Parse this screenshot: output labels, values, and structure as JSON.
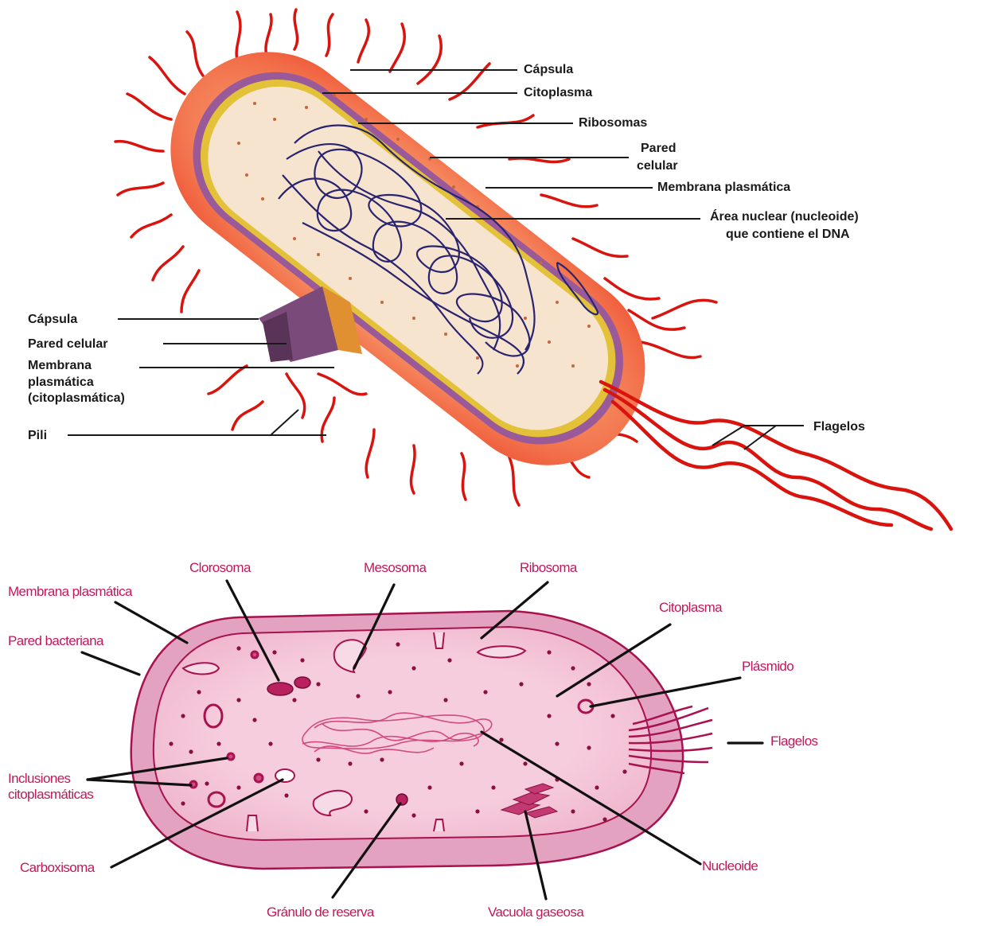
{
  "diagram_top": {
    "labels": {
      "capsula": "Cápsula",
      "citoplasma": "Citoplasma",
      "ribosomas": "Ribosomas",
      "pared_celular_1": "Pared",
      "pared_celular_2": "celular",
      "membrana_plasmatica": "Membrana plasmática",
      "area_nuclear_1": "Área nuclear (nucleoide)",
      "area_nuclear_2": "que contiene el DNA",
      "capsula_left": "Cápsula",
      "pared_celular_left": "Pared celular",
      "membrana_left_1": "Membrana",
      "membrana_left_2": "plasmática",
      "membrana_left_3": "(citoplasmática)",
      "pili": "Pili",
      "flagelos": "Flagelos"
    },
    "colors": {
      "capsule": "#f26a4a",
      "wall": "#9a5a9a",
      "membrane": "#e3c23a",
      "cytoplasm": "#f6e4cf",
      "dna": "#2a2470",
      "appendage": "#d9140e"
    }
  },
  "diagram_bottom": {
    "labels": {
      "clorosoma": "Clorosoma",
      "mesosoma": "Mesosoma",
      "ribosoma": "Ribosoma",
      "membrana_plasmatica": "Membrana plasmática",
      "pared_bacteriana": "Pared bacteriana",
      "citoplasma": "Citoplasma",
      "plasmido": "Plásmido",
      "flagelos": "Flagelos",
      "inclusiones_1": "Inclusiones",
      "inclusiones_2": "citoplasmáticas",
      "carboxisoma": "Carboxisoma",
      "nucleoide": "Nucleoide",
      "granulo": "Gránulo de reserva",
      "vacuola": "Vacuola gaseosa"
    },
    "colors": {
      "outer": "#e3a2bf",
      "inner": "#f3c6d8",
      "outline": "#a8124f",
      "label": "#c2185b"
    }
  }
}
